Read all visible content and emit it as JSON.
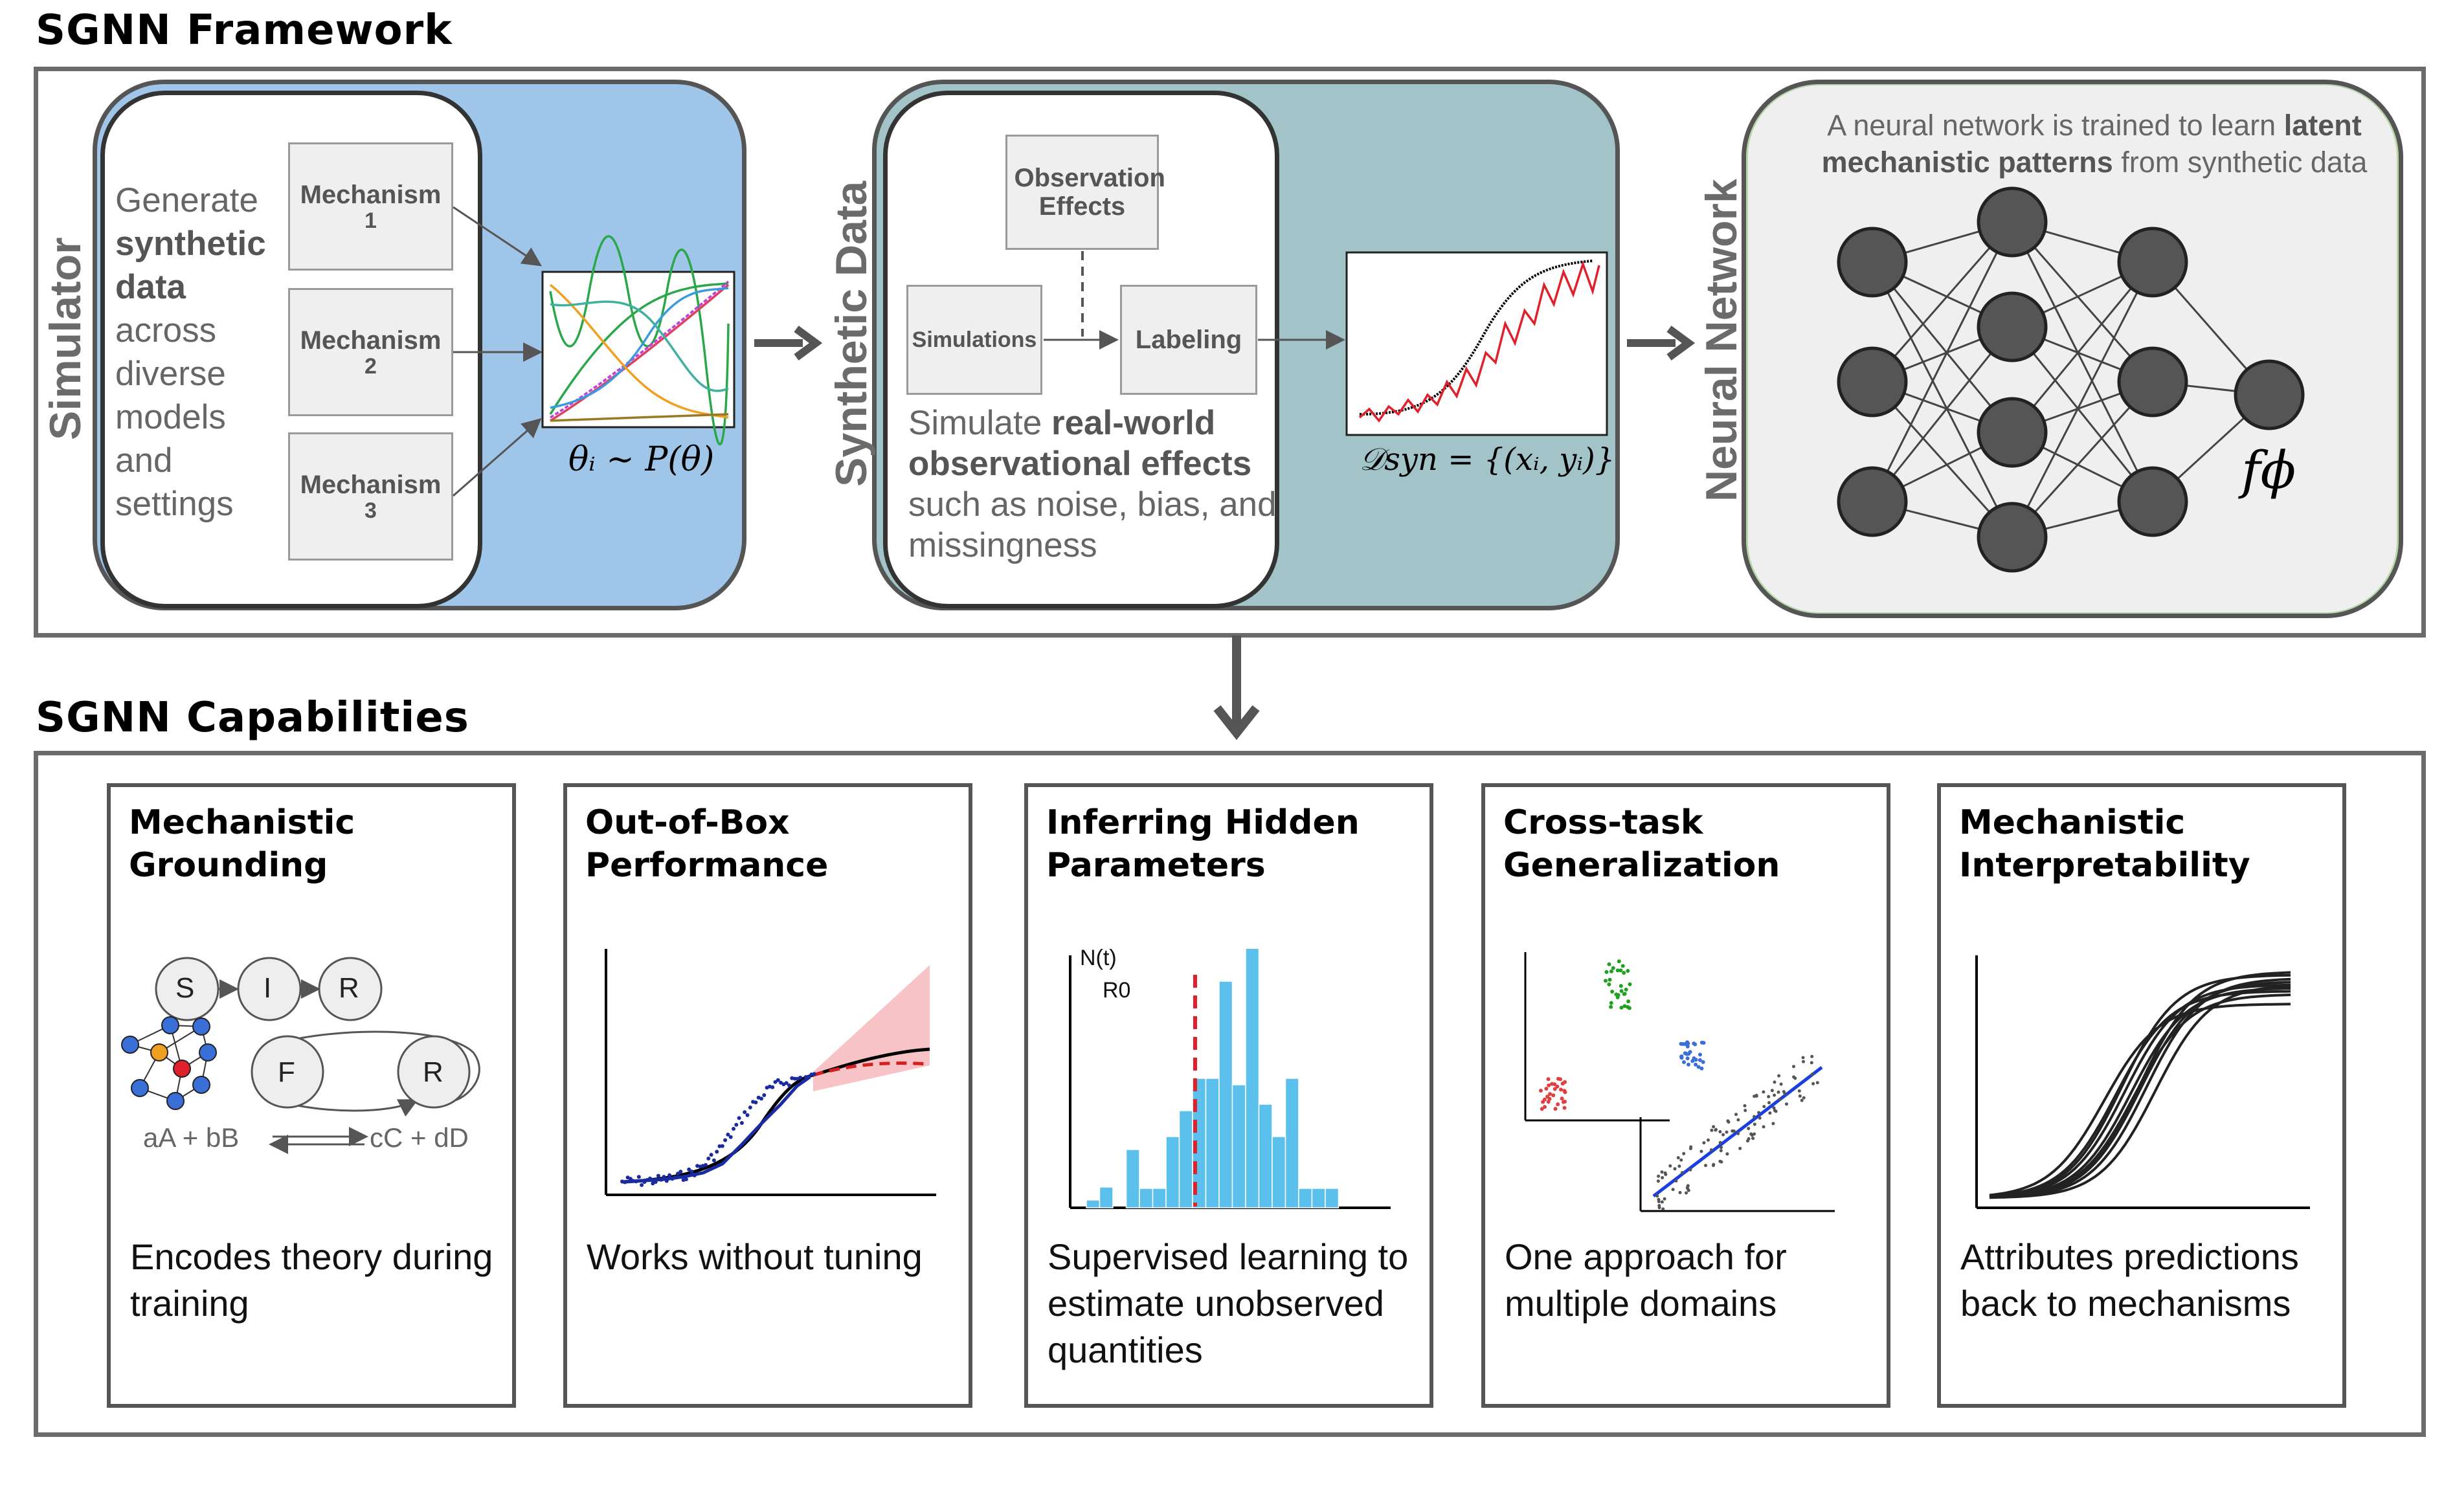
{
  "titles": {
    "framework": "SGNN Framework",
    "capabilities": "SGNN Capabilities"
  },
  "simulator": {
    "label": "Simulator",
    "text_pre": "Generate",
    "text_bold": "synthetic data",
    "text_post": "across diverse models and settings",
    "mechanisms": [
      {
        "label": "Mechanism",
        "num": "1"
      },
      {
        "label": "Mechanism",
        "num": "2"
      },
      {
        "label": "Mechanism",
        "num": "3"
      }
    ],
    "formula": "θᵢ ∼ P(θ)"
  },
  "synthetic": {
    "label": "Synthetic Data",
    "observation_effects": "Observation Effects",
    "simulations": "Simulations",
    "labeling": "Labeling",
    "text_pre": "Simulate",
    "text_bold": "real-world observational effects",
    "text_post": "such as noise, bias, and missingness",
    "formula": "𝒟syn = {(xᵢ, yᵢ)}"
  },
  "network": {
    "label": "Neural Network",
    "text_pre": "A neural network is trained to learn",
    "text_bold": "latent mechanistic patterns",
    "text_post": "from synthetic data",
    "output_label": "fϕ"
  },
  "capabilities": [
    {
      "title": "Mechanistic Grounding",
      "desc": "Encodes theory during training"
    },
    {
      "title": "Out-of-Box Performance",
      "desc": "Works without tuning"
    },
    {
      "title": "Inferring Hidden Parameters",
      "desc": "Supervised learning to estimate unobserved quantities"
    },
    {
      "title": "Cross-task Generalization",
      "desc": "One approach for multiple domains"
    },
    {
      "title": "Mechanistic Interpretability",
      "desc": "Attributes predictions back to mechanisms"
    }
  ],
  "grounding": {
    "sir": [
      "S",
      "I",
      "R"
    ],
    "fr": [
      "F",
      "R"
    ],
    "reaction_left": "aA + bB",
    "reaction_right": "cC + dD"
  },
  "hidden_params": {
    "legend_1": "N(t)",
    "legend_2": "R0"
  },
  "colors": {
    "simulator_bg": "#9fc5e8",
    "synthetic_bg": "#a2c4c9",
    "network_bg": "#b6d7a8",
    "histogram": "#5bc0eb",
    "red_accent": "#e0202a"
  }
}
